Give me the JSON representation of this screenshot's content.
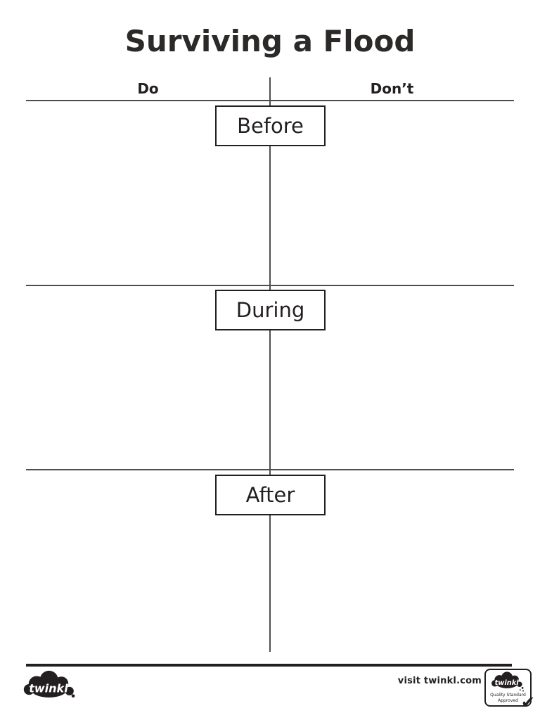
{
  "page": {
    "title": "Surviving a Flood"
  },
  "columns": {
    "do": "Do",
    "dont": "Don’t"
  },
  "sections": [
    {
      "label": "Before"
    },
    {
      "label": "During"
    },
    {
      "label": "After"
    }
  ],
  "footer": {
    "logo_text": "twinkl",
    "visit_text": "visit twinkl.com",
    "badge": {
      "logo_text": "twinkl",
      "approval_line1": "Quality Standard",
      "approval_line2": "Approved",
      "check_icon": "✔"
    }
  },
  "colors": {
    "ink": "#231f20",
    "divider_gray": "#4d4e50",
    "background": "#ffffff"
  }
}
